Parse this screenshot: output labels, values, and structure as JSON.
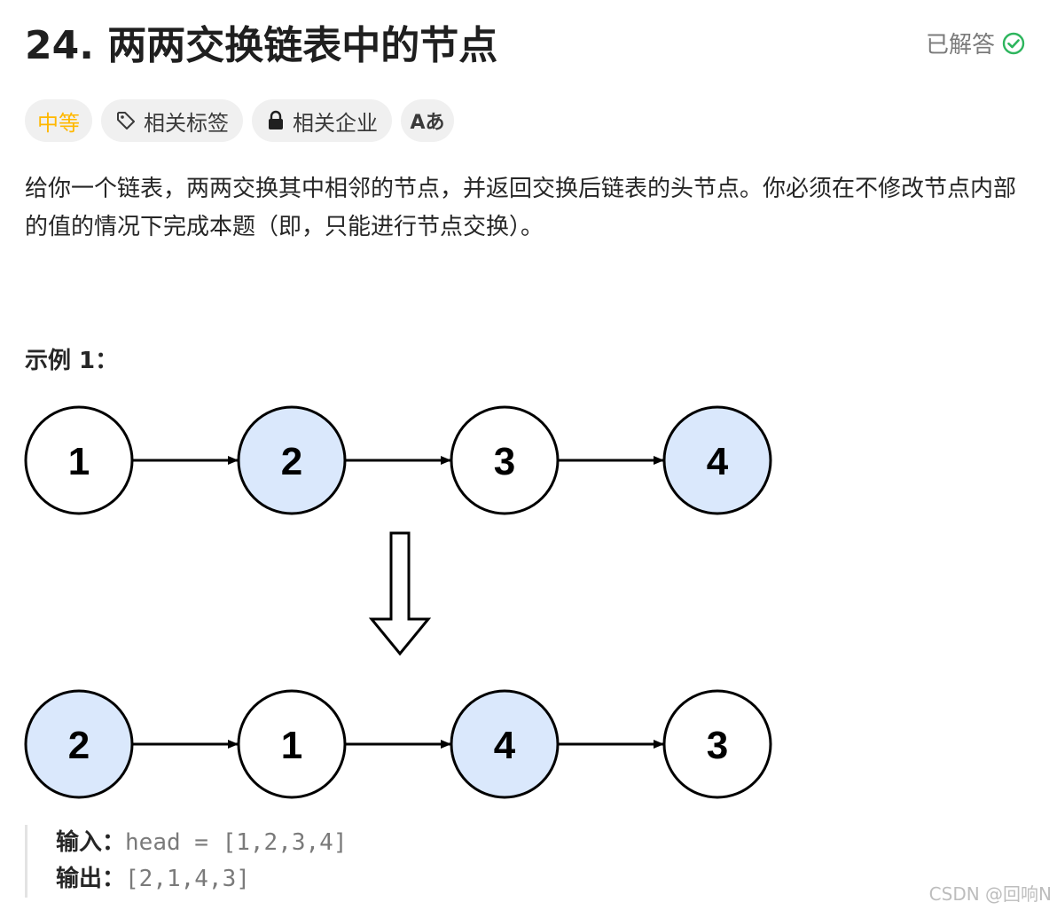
{
  "problem": {
    "title": "24. 两两交换链表中的节点",
    "status": "已解答",
    "status_color": "#2db55d"
  },
  "tags": {
    "difficulty": "中等",
    "related_tags": "相关标签",
    "related_companies": "相关企业",
    "translate_icon": "Aあ"
  },
  "description": "给你一个链表，两两交换其中相邻的节点，并返回交换后链表的头节点。你必须在不修改节点内部的值的情况下完成本题（即，只能进行节点交换）。",
  "example": {
    "title": "示例 1：",
    "before": [
      "1",
      "2",
      "3",
      "4"
    ],
    "after": [
      "2",
      "1",
      "4",
      "3"
    ],
    "highlight_color": "#dae8fc",
    "input_label": "输入：",
    "input_value": "head = [1,2,3,4]",
    "output_label": "输出：",
    "output_value": "[2,1,4,3]"
  },
  "watermark": "CSDN @回响N"
}
